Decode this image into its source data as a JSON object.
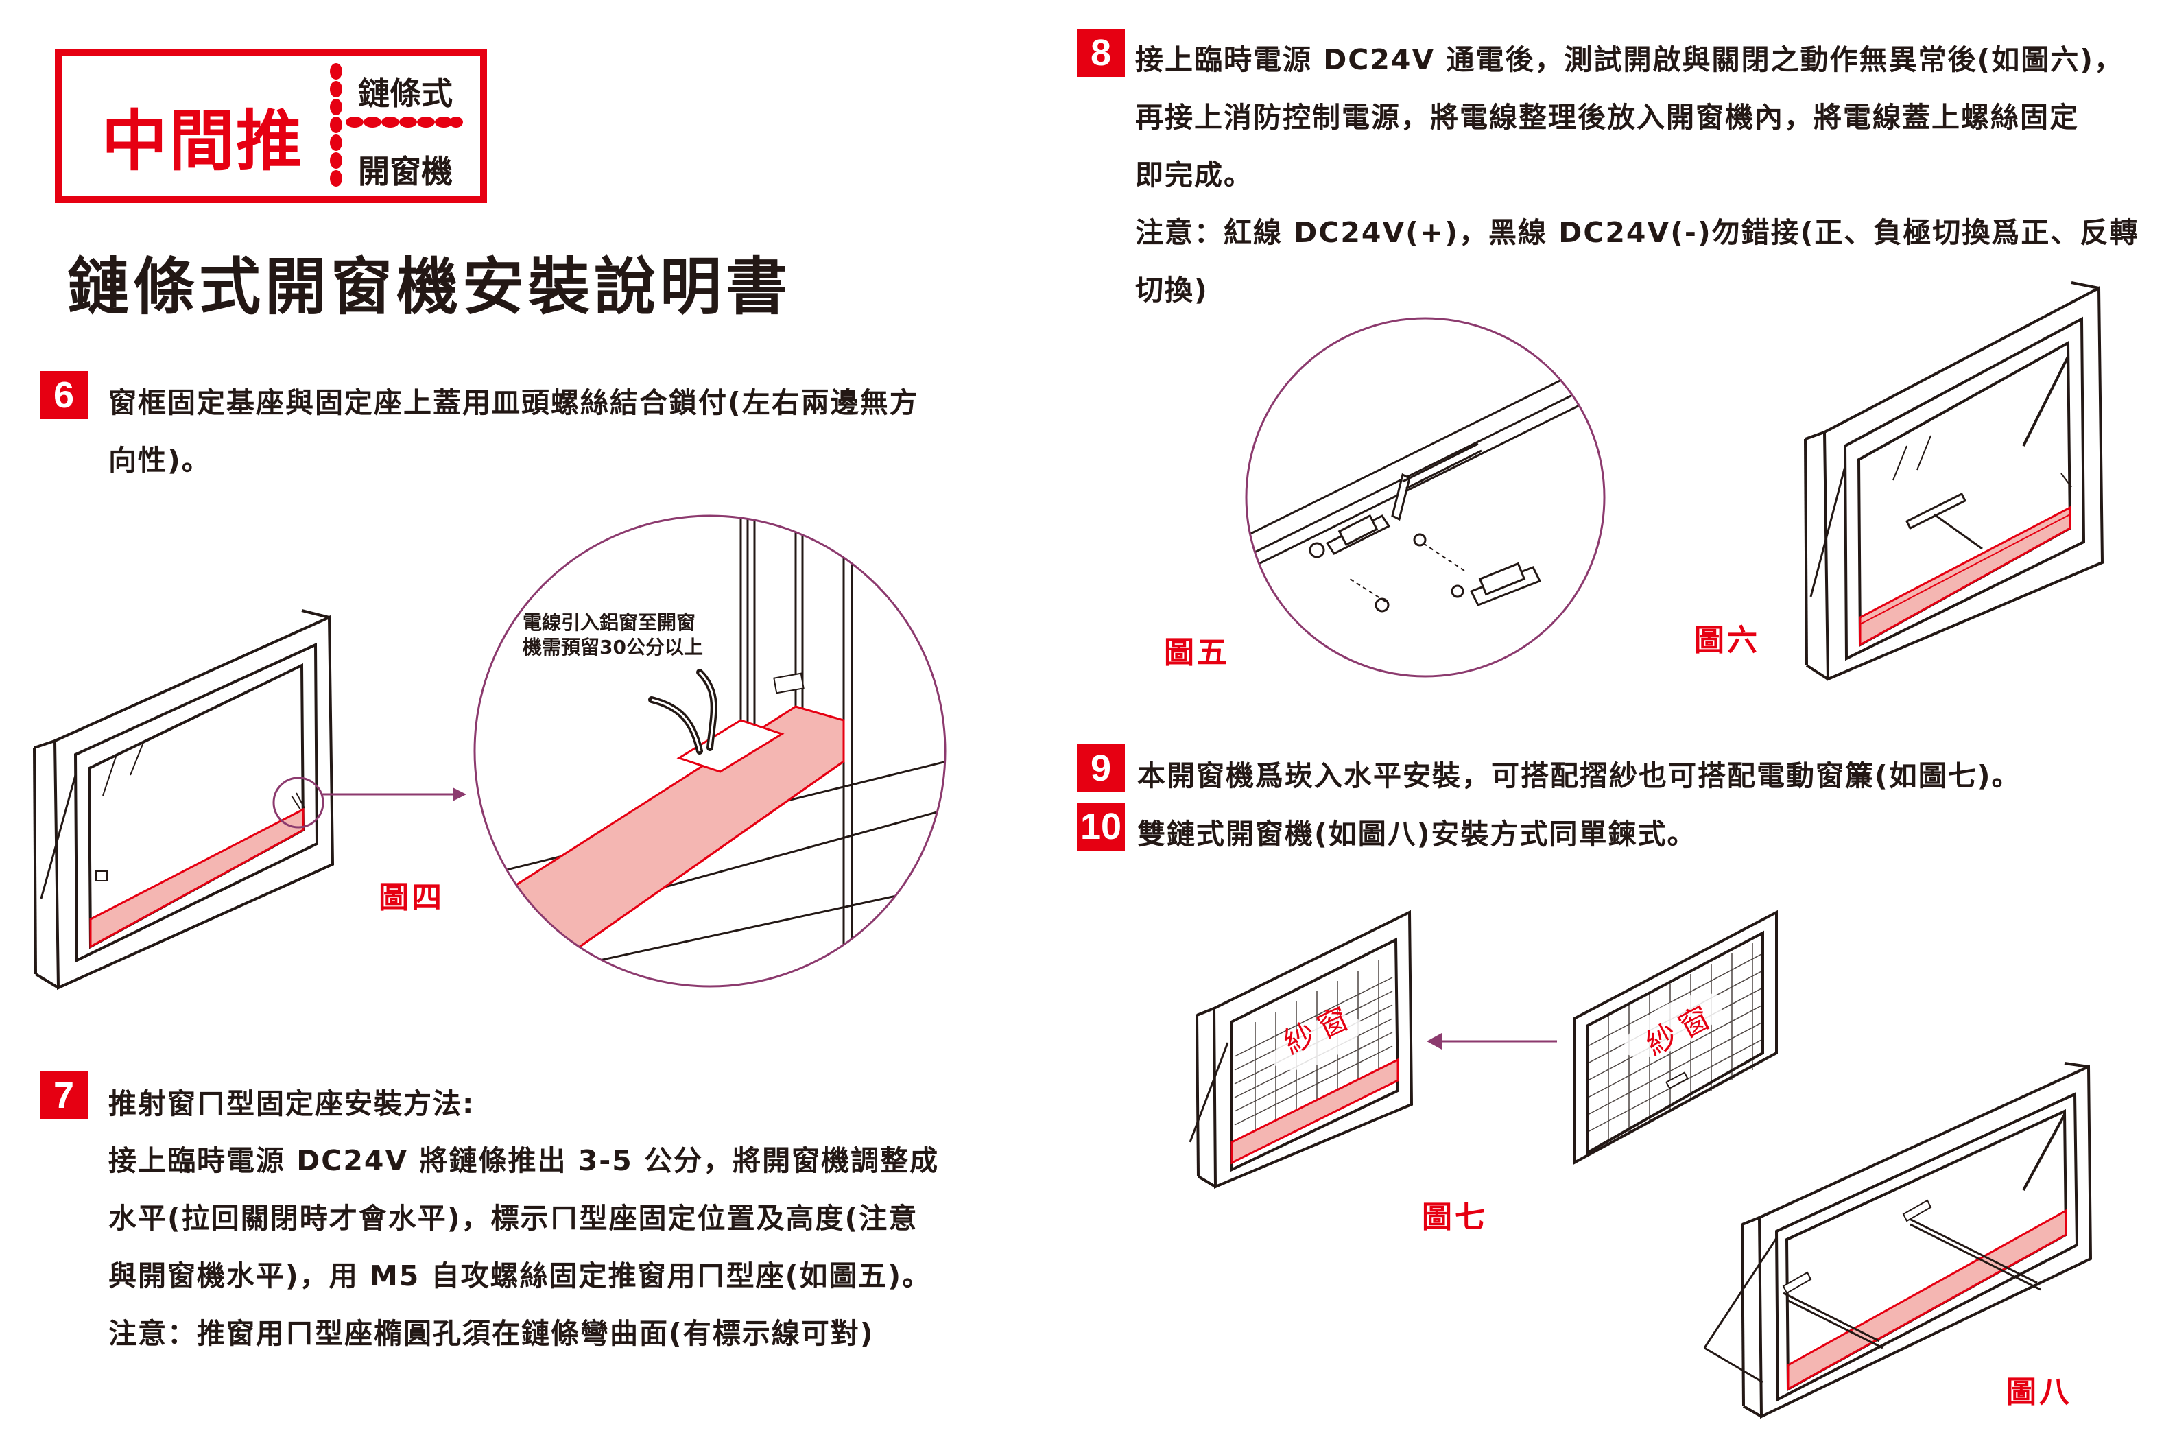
{
  "logo": {
    "main": "中間推",
    "sub_top": "鏈條式",
    "sub_bottom": "開窗機"
  },
  "title": "鏈條式開窗機安裝說明書",
  "colors": {
    "accent": "#e60012",
    "highlight": "#f4b6b2",
    "magnifier": "#8c3a6e",
    "text": "#231815"
  },
  "steps": {
    "s6": {
      "num": "6",
      "lines": [
        "窗框固定基座與固定座上蓋用皿頭螺絲結合鎖付(左右兩邊無方",
        "向性)。"
      ]
    },
    "s7": {
      "num": "7",
      "lines": [
        "推射窗ㄇ型固定座安裝方法:",
        "接上臨時電源 DC24V 將鏈條推出 3-5 公分，將開窗機調整成",
        "水平(拉回關閉時才會水平)，標示ㄇ型座固定位置及高度(注意",
        "與開窗機水平)，用 M5 自攻螺絲固定推窗用ㄇ型座(如圖五)。",
        "注意：推窗用ㄇ型座橢圓孔須在鏈條彎曲面(有標示線可對)"
      ]
    },
    "s8": {
      "num": "8",
      "lines": [
        "接上臨時電源 DC24V 通電後，測試開啟與關閉之動作無異常後(如圖六)，",
        "再接上消防控制電源，將電線整理後放入開窗機內，將電線蓋上螺絲固定",
        "即完成。",
        "注意：紅線 DC24V(+)，黑線 DC24V(-)勿錯接(正、負極切換爲正、反轉",
        "切換)"
      ]
    },
    "s9": {
      "num": "9",
      "text": "本開窗機爲崁入水平安裝，可搭配摺紗也可搭配電動窗簾(如圖七)。"
    },
    "s10": {
      "num": "10",
      "text": "雙鏈式開窗機(如圖八)安裝方式同單鍊式。"
    }
  },
  "figures": {
    "fig4": "圖四",
    "fig5": "圖五",
    "fig6": "圖六",
    "fig7": "圖七",
    "fig8": "圖八",
    "fig4_callout_1": "電線引入鋁窗至開窗",
    "fig4_callout_2": "機需預留30公分以上",
    "screen_label": "紗窗"
  }
}
